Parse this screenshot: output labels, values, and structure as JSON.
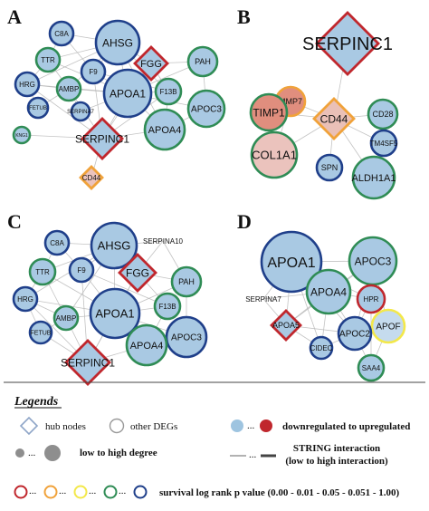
{
  "colors": {
    "fill_blue": "#a9c9e3",
    "fill_blue_light": "#c5dbee",
    "fill_mid": "#9ab6cf",
    "fill_red": "#e08e7e",
    "fill_red_light": "#ebc3bd",
    "fill_orange": "#f3a993",
    "fill_pink": "#eac0b7",
    "down_dot": "#9ec4e0",
    "up_dot": "#c0272d",
    "border_red": "#c0272d",
    "border_orange": "#f0a23a",
    "border_yellow": "#f3e84a",
    "border_green": "#2f8c55",
    "border_navy": "#1f3f8a",
    "edge": "#b9b9b9"
  },
  "panels": [
    {
      "label": "A",
      "nodes": [
        {
          "label": "C8A",
          "fill": "blue",
          "border": "navy",
          "shape": "circle"
        },
        {
          "label": "AHSG",
          "fill": "blue",
          "border": "navy",
          "shape": "circle"
        },
        {
          "label": "TTR",
          "fill": "blue",
          "border": "green",
          "shape": "circle"
        },
        {
          "label": "F9",
          "fill": "blue",
          "border": "navy",
          "shape": "circle"
        },
        {
          "label": "FGG",
          "fill": "blue",
          "border": "red",
          "shape": "diamond"
        },
        {
          "label": "PAH",
          "fill": "blue",
          "border": "green",
          "shape": "circle"
        },
        {
          "label": "HRG",
          "fill": "blue",
          "border": "navy",
          "shape": "circle"
        },
        {
          "label": "AMBP",
          "fill": "blue",
          "border": "green",
          "shape": "circle"
        },
        {
          "label": "APOA1",
          "fill": "blue",
          "border": "navy",
          "shape": "circle"
        },
        {
          "label": "F13B",
          "fill": "blue",
          "border": "green",
          "shape": "circle"
        },
        {
          "label": "FETUB",
          "fill": "blue",
          "border": "navy",
          "shape": "circle"
        },
        {
          "label": "SERPINA7",
          "fill": "blue",
          "border": "navy",
          "shape": "circle"
        },
        {
          "label": "APOC3",
          "fill": "blue",
          "border": "green",
          "shape": "circle"
        },
        {
          "label": "APOA4",
          "fill": "blue",
          "border": "green",
          "shape": "circle"
        },
        {
          "label": "KNG1",
          "fill": "blue",
          "border": "green",
          "shape": "circle"
        },
        {
          "label": "SERPINC1",
          "fill": "blue",
          "border": "red",
          "shape": "diamond"
        },
        {
          "label": "CD44",
          "fill": "red_light",
          "border": "orange",
          "shape": "diamond"
        }
      ]
    },
    {
      "label": "B",
      "nodes": [
        {
          "label": "SERPINC1",
          "fill": "blue",
          "border": "red",
          "shape": "diamond"
        },
        {
          "label": "MMP7",
          "fill": "red",
          "border": "orange",
          "shape": "circle"
        },
        {
          "label": "TIMP1",
          "fill": "red",
          "border": "green",
          "shape": "circle"
        },
        {
          "label": "CD44",
          "fill": "pink",
          "border": "orange",
          "shape": "diamond"
        },
        {
          "label": "CD28",
          "fill": "blue",
          "border": "green",
          "shape": "circle"
        },
        {
          "label": "TM4SF5",
          "fill": "blue",
          "border": "navy",
          "shape": "circle"
        },
        {
          "label": "COL1A1",
          "fill": "red_light",
          "border": "green",
          "shape": "circle"
        },
        {
          "label": "SPN",
          "fill": "blue",
          "border": "navy",
          "shape": "circle"
        },
        {
          "label": "ALDH1A1",
          "fill": "blue",
          "border": "green",
          "shape": "circle"
        }
      ]
    },
    {
      "label": "C",
      "nodes": [
        {
          "label": "C8A",
          "fill": "blue",
          "border": "navy",
          "shape": "circle"
        },
        {
          "label": "AHSG",
          "fill": "blue",
          "border": "navy",
          "shape": "circle"
        },
        {
          "label": "SERPINA10",
          "fill": "none",
          "border": "none",
          "shape": "text"
        },
        {
          "label": "TTR",
          "fill": "blue",
          "border": "green",
          "shape": "circle"
        },
        {
          "label": "F9",
          "fill": "blue",
          "border": "navy",
          "shape": "circle"
        },
        {
          "label": "FGG",
          "fill": "blue",
          "border": "red",
          "shape": "diamond"
        },
        {
          "label": "PAH",
          "fill": "blue",
          "border": "green",
          "shape": "circle"
        },
        {
          "label": "HRG",
          "fill": "blue",
          "border": "navy",
          "shape": "circle"
        },
        {
          "label": "APOA1",
          "fill": "blue",
          "border": "navy",
          "shape": "circle"
        },
        {
          "label": "F13B",
          "fill": "blue",
          "border": "green",
          "shape": "circle"
        },
        {
          "label": "AMBP",
          "fill": "blue",
          "border": "green",
          "shape": "circle"
        },
        {
          "label": "FETUB",
          "fill": "blue",
          "border": "navy",
          "shape": "circle"
        },
        {
          "label": "APOC3",
          "fill": "blue",
          "border": "navy",
          "shape": "circle"
        },
        {
          "label": "APOA4",
          "fill": "blue",
          "border": "green",
          "shape": "circle"
        },
        {
          "label": "SERPINC1",
          "fill": "blue",
          "border": "red",
          "shape": "diamond"
        }
      ]
    },
    {
      "label": "D",
      "nodes": [
        {
          "label": "APOA1",
          "fill": "blue",
          "border": "navy",
          "shape": "circle"
        },
        {
          "label": "APOC3",
          "fill": "blue",
          "border": "green",
          "shape": "circle"
        },
        {
          "label": "SERPINA7",
          "fill": "none",
          "border": "none",
          "shape": "text"
        },
        {
          "label": "APOA4",
          "fill": "blue",
          "border": "green",
          "shape": "circle"
        },
        {
          "label": "HPR",
          "fill": "blue",
          "border": "red",
          "shape": "circle"
        },
        {
          "label": "APOA5",
          "fill": "blue",
          "border": "red",
          "shape": "diamond"
        },
        {
          "label": "APOF",
          "fill": "blue_light",
          "border": "yellow",
          "shape": "circle"
        },
        {
          "label": "APOC2",
          "fill": "blue",
          "border": "navy",
          "shape": "circle"
        },
        {
          "label": "CIDEC",
          "fill": "blue",
          "border": "navy",
          "shape": "circle"
        },
        {
          "label": "SAA4",
          "fill": "blue",
          "border": "green",
          "shape": "circle"
        }
      ]
    }
  ],
  "legend": {
    "title": "Legends",
    "hub_nodes": "hub nodes",
    "other_degs": "other DEGs",
    "dots": "...",
    "regulation": "downregulated to upregulated",
    "degree": "low to high degree",
    "string_line1": "STRING interaction",
    "string_line2": "(low to high interaction)",
    "survival": "survival log rank p value (0.00 - 0.01 - 0.05 - 0.051 - 1.00)"
  }
}
